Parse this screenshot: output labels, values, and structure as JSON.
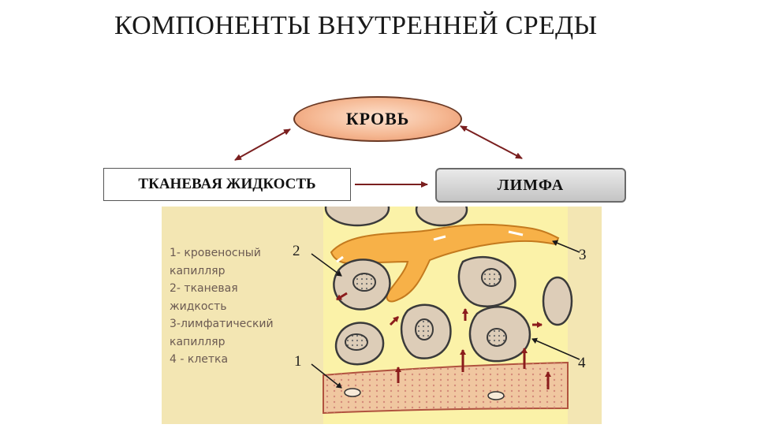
{
  "title": "КОМПОНЕНТЫ ВНУТРЕННЕЙ СРЕДЫ",
  "nodes": {
    "krov": "КРОВЬ",
    "tkan": "ТКАНЕВАЯ ЖИДКОСТЬ",
    "limfa": "ЛИМФА"
  },
  "figure": {
    "legend": [
      "1- кровеносный",
      "капилляр",
      "2- тканевая",
      "жидкость",
      "3-лимфатический",
      "капилляр",
      "4 - клетка"
    ],
    "labels": [
      "1",
      "2",
      "3",
      "4"
    ]
  },
  "colors": {
    "tissue_bg": "#fbf2a8",
    "border_bg": "#f3e6b3",
    "lymph": "#f7b148",
    "arrow": "#7a1f1f",
    "capillary": "#f0c7a0"
  }
}
